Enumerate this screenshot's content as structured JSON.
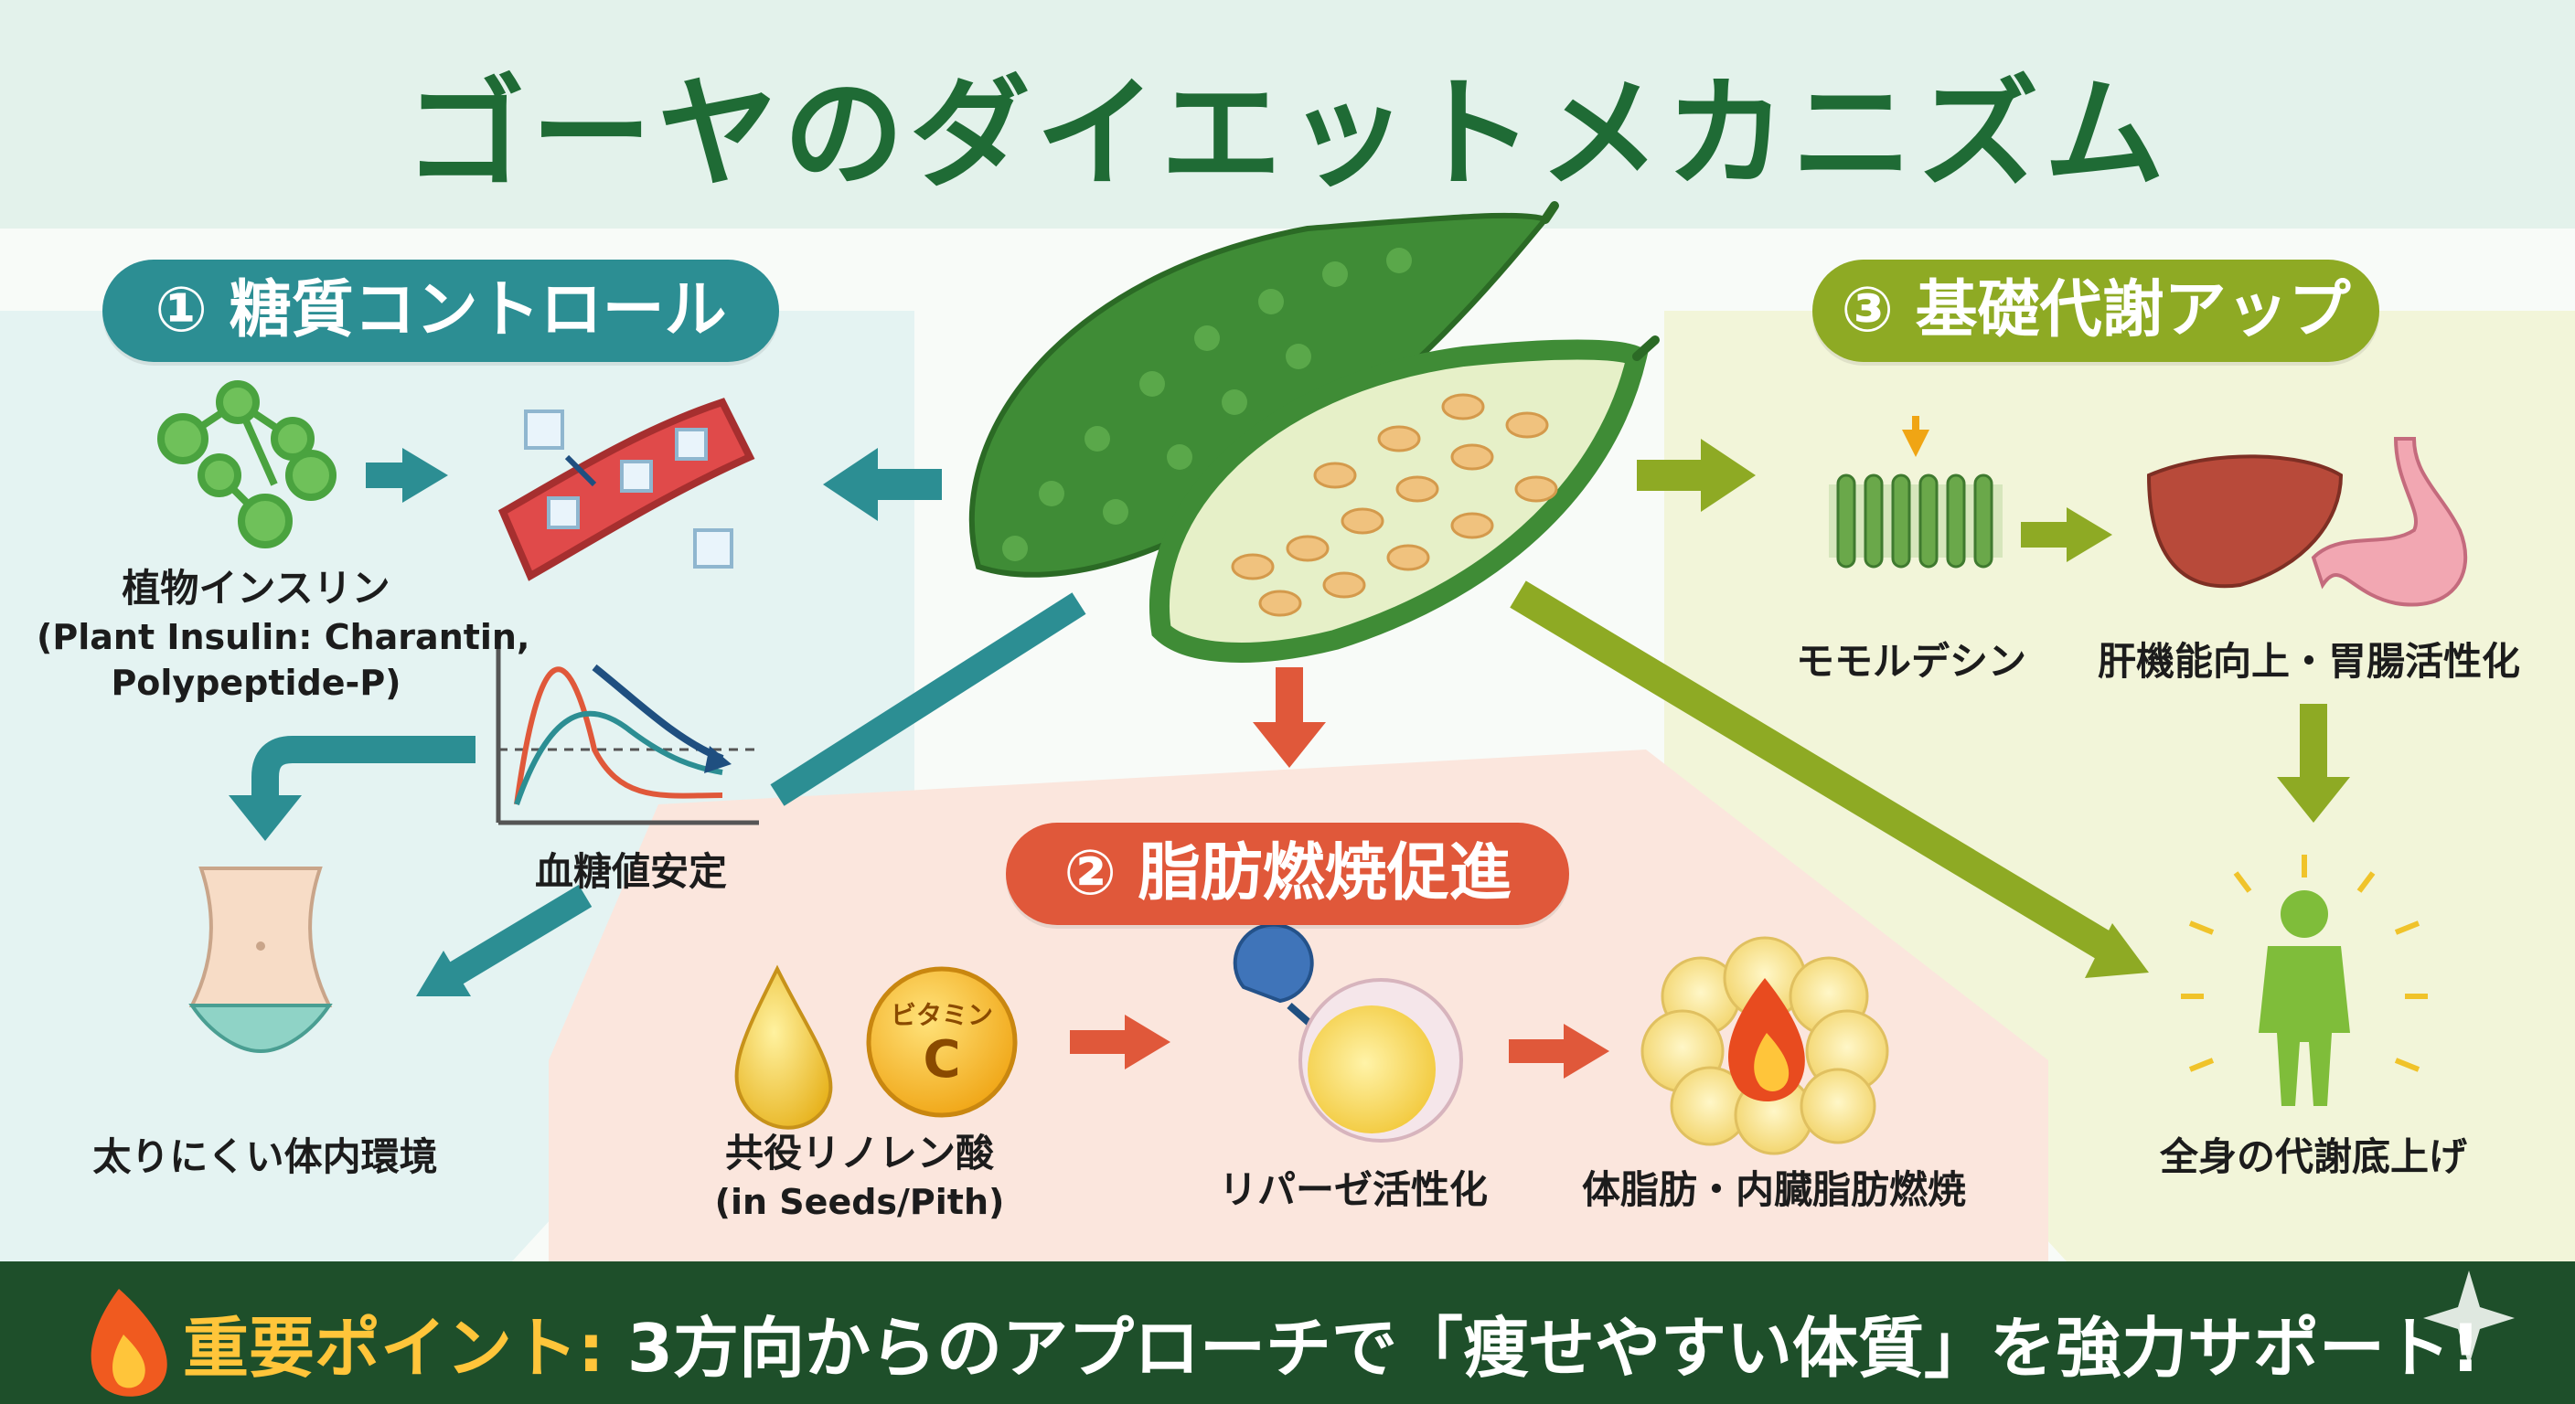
{
  "title": "ゴーヤのダイエットメカニズム",
  "sections": {
    "sugar": {
      "heading": "① 糖質コントロール",
      "plant_insulin": "植物インスリン",
      "plant_insulin_note_1": "(Plant Insulin: Charantin,",
      "plant_insulin_note_2": "Polypeptide-P)",
      "blood_sugar": "血糖値安定",
      "body": "太りにくい体内環境"
    },
    "fat": {
      "heading": "② 脂肪燃焼促進",
      "vitamin_label_1": "ビタミン",
      "vitamin_label_2": "C",
      "cla": "共役リノレン酸",
      "cla_note": "(in Seeds/Pith)",
      "lipase": "リパーゼ活性化",
      "burn": "体脂肪・内臓脂肪燃焼"
    },
    "metabolism": {
      "heading": "③ 基礎代謝アップ",
      "momordicin": "モモルデシン",
      "liver": "肝機能向上・胃腸活性化",
      "whole_body": "全身の代謝底上げ"
    }
  },
  "banner": {
    "lead": "重要ポイント:",
    "text": " 3方向からのアプローチで「痩せやすい体質」を強力サポート!"
  },
  "colors": {
    "teal": "#2c8e93",
    "orange": "#e0583a",
    "olive": "#8eaa24",
    "title_green": "#1f6b35",
    "banner_bg": "#1e4f2a"
  },
  "icons": [
    "molecule-icon",
    "blood-vessel-icon",
    "graph-icon",
    "waist-icon",
    "oil-drop-icon",
    "vitamin-c-icon",
    "enzyme-icon",
    "fat-cell-icon",
    "fire-icon",
    "membrane-icon",
    "liver-icon",
    "stomach-icon",
    "person-glow-icon",
    "bitter-melon-icon",
    "sparkle-icon"
  ]
}
